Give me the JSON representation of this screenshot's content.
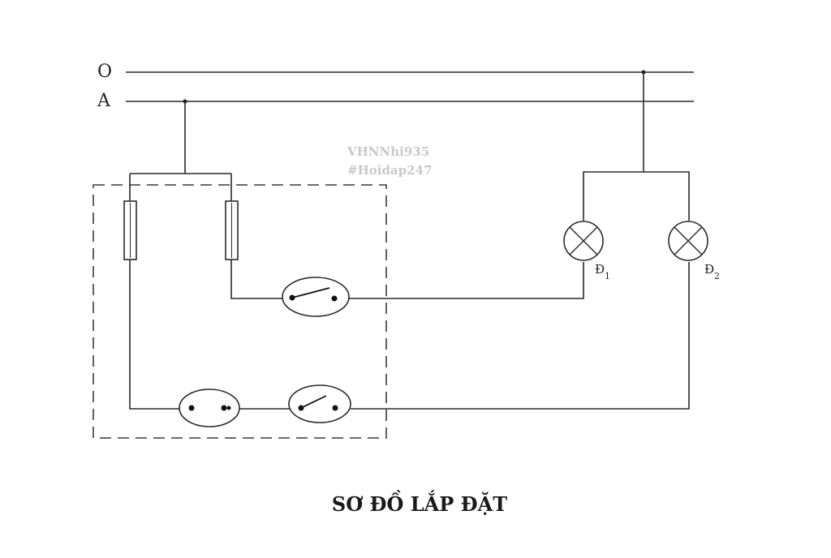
{
  "labels": {
    "line_o": "O",
    "line_a": "A",
    "lamp1": "Đ",
    "lamp1_sub": "1",
    "lamp2": "Đ",
    "lamp2_sub": "2"
  },
  "watermark": {
    "line1": "VHNNhi935",
    "line2": "#Hoidap247"
  },
  "title": "SƠ ĐỒ LẮP ĐẶT"
}
